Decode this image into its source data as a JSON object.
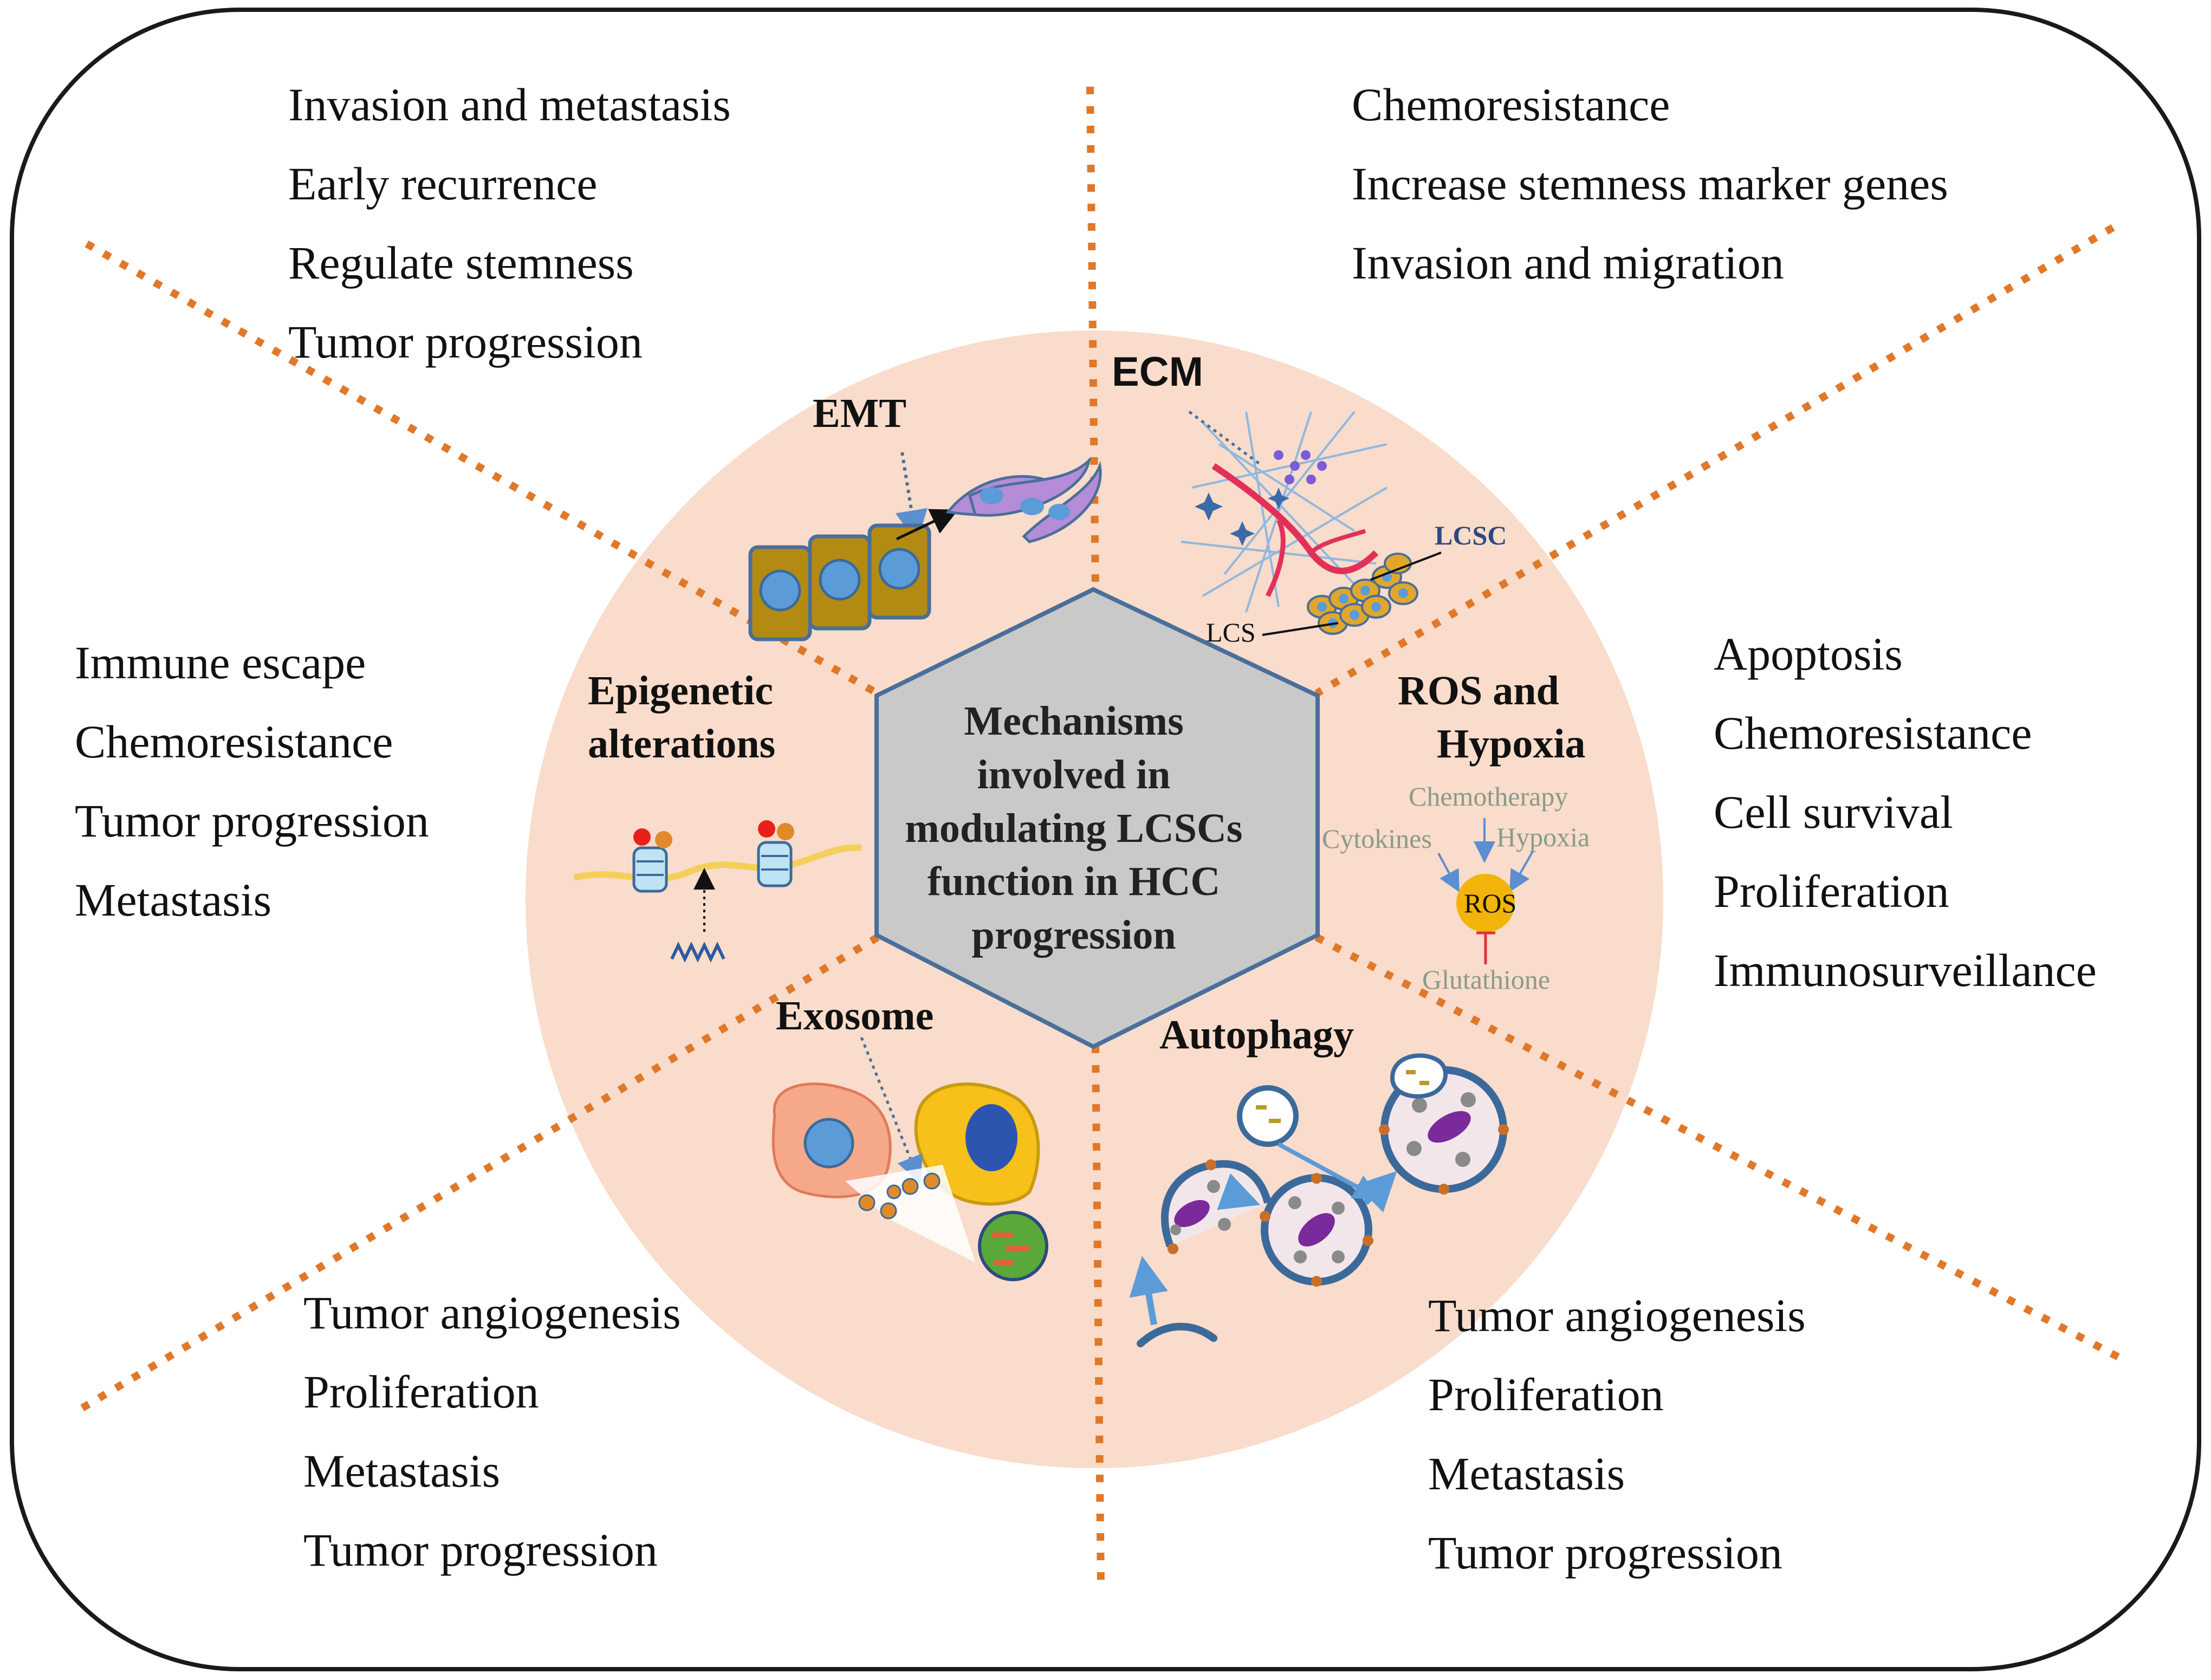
{
  "colors": {
    "circle_fill": "#f9dccb",
    "hexagon_fill": "#c9c9c9",
    "hexagon_stroke": "#4a6f9a",
    "divider": "#e0782a",
    "frame": "#1a1a1a"
  },
  "center": {
    "lines": [
      "Mechanisms",
      "involved in",
      "modulating LCSCs",
      "function in HCC",
      "progression"
    ]
  },
  "mechanisms": {
    "emt": "EMT",
    "ecm": "ECM",
    "ecm_lcsc_label": "LCSC",
    "ecm_lcs_label": "LCS",
    "epigenetic": [
      "Epigenetic",
      "alterations"
    ],
    "ros": [
      "ROS and",
      "Hypoxia"
    ],
    "ros_sub": {
      "chemotherapy": "Chemotherapy",
      "cytokines": "Cytokines",
      "hypoxia": "Hypoxia",
      "ros": "ROS",
      "glutathione": "Glutathione"
    },
    "exosome": "Exosome",
    "autophagy": "Autophagy"
  },
  "outcomes": {
    "top_left": [
      "Invasion and metastasis",
      "Early recurrence",
      "Regulate stemness",
      "Tumor progression"
    ],
    "top_right": [
      "Chemoresistance",
      "Increase stemness marker genes",
      "Invasion and migration"
    ],
    "left": [
      "Immune escape",
      "Chemoresistance",
      "Tumor progression",
      "Metastasis"
    ],
    "right": [
      "Apoptosis",
      "Chemoresistance",
      "Cell survival",
      "Proliferation",
      "Immunosurveillance"
    ],
    "bottom_left": [
      "Tumor angiogenesis",
      "Proliferation",
      "Metastasis",
      "Tumor progression"
    ],
    "bottom_right": [
      "Tumor angiogenesis",
      "Proliferation",
      "Metastasis",
      "Tumor progression"
    ]
  },
  "icons": {
    "emt": "emt-cells-icon",
    "ecm": "ecm-matrix-icon",
    "epigenetic": "histone-dna-icon",
    "ros": "ros-node-icon",
    "exosome": "exosome-cells-icon",
    "autophagy": "autophagy-cycle-icon"
  }
}
